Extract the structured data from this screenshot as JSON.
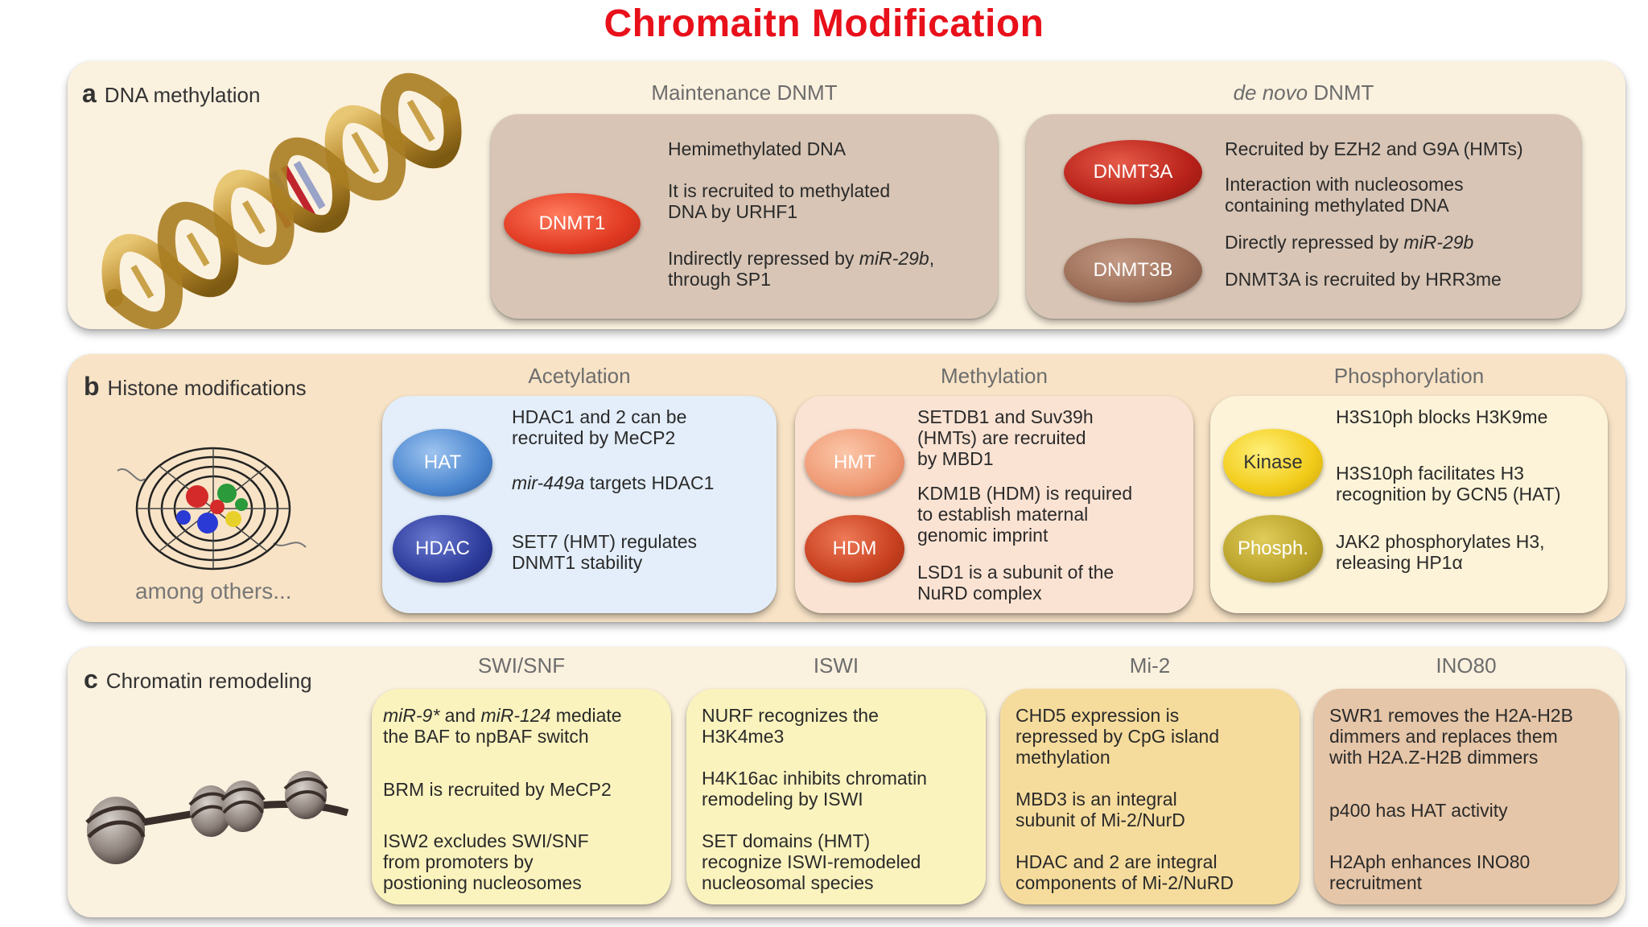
{
  "title": "Chromaitn Modification",
  "colors": {
    "title": "#e8101a",
    "dnmt1": "#e13a22",
    "dnmt3a": "#b8221a",
    "dnmt3b": "#9a6c56",
    "hat": "#4a86cf",
    "hdac": "#2c3a9a",
    "hmt": "#ef9a74",
    "hdm": "#c8401f",
    "kinase": "#f2cc1a",
    "phosph": "#b9a22a"
  },
  "panel_a": {
    "letter": "a",
    "label": "DNA methylation",
    "maintenance": {
      "header": "Maintenance DNMT",
      "enzyme": "DNMT1",
      "lines": [
        "Hemimethylated DNA",
        "It is recruited to methylated\nDNA by URHF1",
        "Indirectly repressed by ",
        "miR-29b",
        ",\nthrough SP1"
      ]
    },
    "denovo": {
      "header_italic": "de novo",
      "header_rest": " DNMT",
      "enzymes": [
        "DNMT3A",
        "DNMT3B"
      ],
      "lines": [
        "Recruited by EZH2 and G9A (HMTs)",
        "Interaction with nucleosomes\ncontaining methylated DNA",
        "Directly repressed by ",
        "miR-29b",
        "DNMT3A is recruited by HRR3me"
      ]
    }
  },
  "panel_b": {
    "letter": "b",
    "label": "Histone modifications",
    "caption": "among others...",
    "acetylation": {
      "header": "Acetylation",
      "enzymes": [
        "HAT",
        "HDAC"
      ],
      "lines": [
        "HDAC1 and 2 can be\nrecruited by MeCP2",
        "mir-449a",
        " targets HDAC1",
        "SET7 (HMT) regulates\nDNMT1 stability"
      ]
    },
    "methylation": {
      "header": "Methylation",
      "enzymes": [
        "HMT",
        "HDM"
      ],
      "lines": [
        "SETDB1 and Suv39h\n(HMTs) are recruited\nby MBD1",
        "KDM1B (HDM) is required\nto establish maternal\ngenomic imprint",
        "LSD1 is a subunit of the\nNuRD complex"
      ]
    },
    "phosphorylation": {
      "header": "Phosphorylation",
      "enzymes": [
        "Kinase",
        "Phosph."
      ],
      "lines": [
        "H3S10ph blocks H3K9me",
        "H3S10ph facilitates H3\nrecognition by GCN5 (HAT)",
        "JAK2 phosphorylates H3,\nreleasing HP1α"
      ]
    }
  },
  "panel_c": {
    "letter": "c",
    "label": "Chromatin remodeling",
    "swisnf": {
      "header": "SWI/SNF",
      "lines": [
        "miR-9*",
        " and ",
        "miR-124",
        " mediate\nthe BAF to npBAF switch",
        "BRM is recruited by MeCP2",
        "ISW2 excludes SWI/SNF\nfrom promoters by\npostioning nucleosomes"
      ]
    },
    "iswi": {
      "header": "ISWI",
      "lines": [
        "NURF recognizes the\nH3K4me3",
        "H4K16ac inhibits chromatin\nremodeling by ISWI",
        "SET domains (HMT)\nrecognize ISWI-remodeled\nnucleosomal species"
      ]
    },
    "mi2": {
      "header": "Mi-2",
      "lines": [
        "CHD5 expression is\nrepressed by CpG island\nmethylation",
        "MBD3 is an integral\nsubunit of Mi-2/NurD",
        "HDAC and 2 are integral\ncomponents of Mi-2/NuRD"
      ]
    },
    "ino80": {
      "header": "INO80",
      "lines": [
        "SWR1 removes the H2A-H2B\ndimmers and replaces them\nwith H2A.Z-H2B dimmers",
        "p400 has HAT activity",
        "H2Aph enhances INO80\nrecruitment"
      ]
    }
  }
}
